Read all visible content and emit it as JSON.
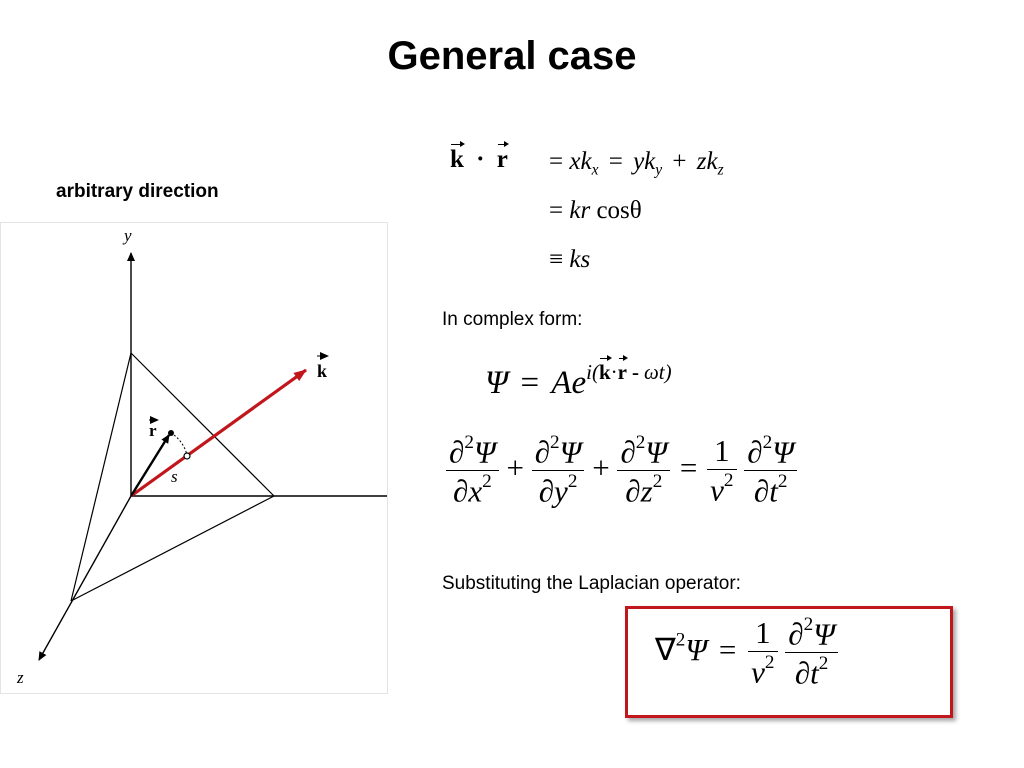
{
  "slide": {
    "title": "General case",
    "subtitle": "arbitrary direction",
    "complex_label": "In complex form:",
    "laplacian_label": "Substituting the Laplacian operator:"
  },
  "figure": {
    "axis_y": "y",
    "axis_z": "z",
    "vec_k": "k",
    "vec_r": "r",
    "label_s": "s",
    "colors": {
      "k_vector": "#c0161c",
      "lines": "#000000"
    }
  },
  "dot_product": {
    "lhs_k": "k",
    "dot": "·",
    "lhs_r": "r",
    "line1_rel": "=",
    "line1": "xk",
    "line1_sub1": "x",
    "line1_eq2": "=",
    "line1_b": "yk",
    "line1_sub2": "y",
    "line1_plus": "+",
    "line1_c": "zk",
    "line1_sub3": "z",
    "line2_rel": "=",
    "line2_a": "kr",
    "line2_b": "cosθ",
    "line3_rel": "≡",
    "line3_a": "ks"
  },
  "wave_function": {
    "psi": "Ψ",
    "eq": "=",
    "A": "Ae",
    "exp_i": "i(",
    "exp_k": "k",
    "exp_dot": "·",
    "exp_r": "r",
    "exp_minus": "-",
    "exp_omega": "ωt)"
  },
  "wave_equation": {
    "d2": "∂",
    "two": "2",
    "psi": "Ψ",
    "dx": "∂x",
    "dy": "∂y",
    "dz": "∂z",
    "plus": "+",
    "eq": "=",
    "one": "1",
    "v": "v",
    "dt": "∂t"
  },
  "laplacian_equation": {
    "nabla": "∇",
    "two": "2",
    "psi": "Ψ",
    "eq": "=",
    "one": "1",
    "v": "v",
    "d": "∂",
    "dt": "∂t"
  }
}
